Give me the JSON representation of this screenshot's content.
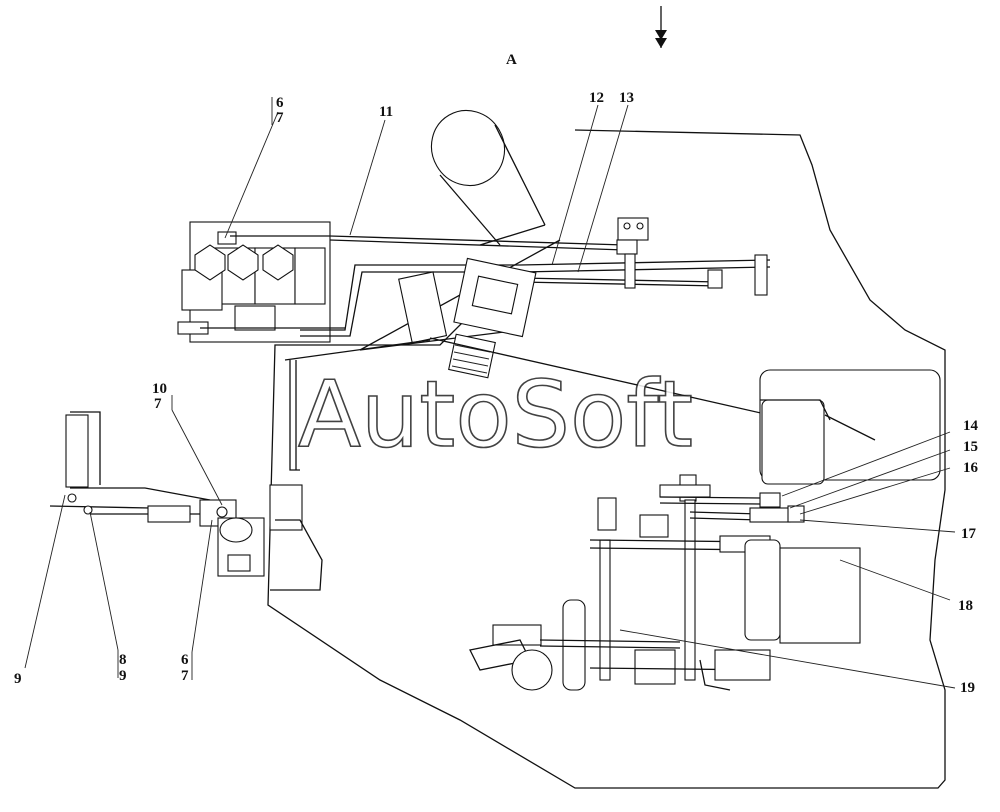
{
  "view_label": "А",
  "watermark": "AutoSoft",
  "callouts": {
    "c6a": "6",
    "c7a": "7",
    "c11": "11",
    "c12": "12",
    "c13": "13",
    "c10": "10",
    "c7b": "7",
    "c14": "14",
    "c15": "15",
    "c16": "16",
    "c17": "17",
    "c18": "18",
    "c19": "19",
    "c9": "9",
    "c8": "8",
    "c9b": "9",
    "c6b": "6",
    "c7c": "7"
  }
}
